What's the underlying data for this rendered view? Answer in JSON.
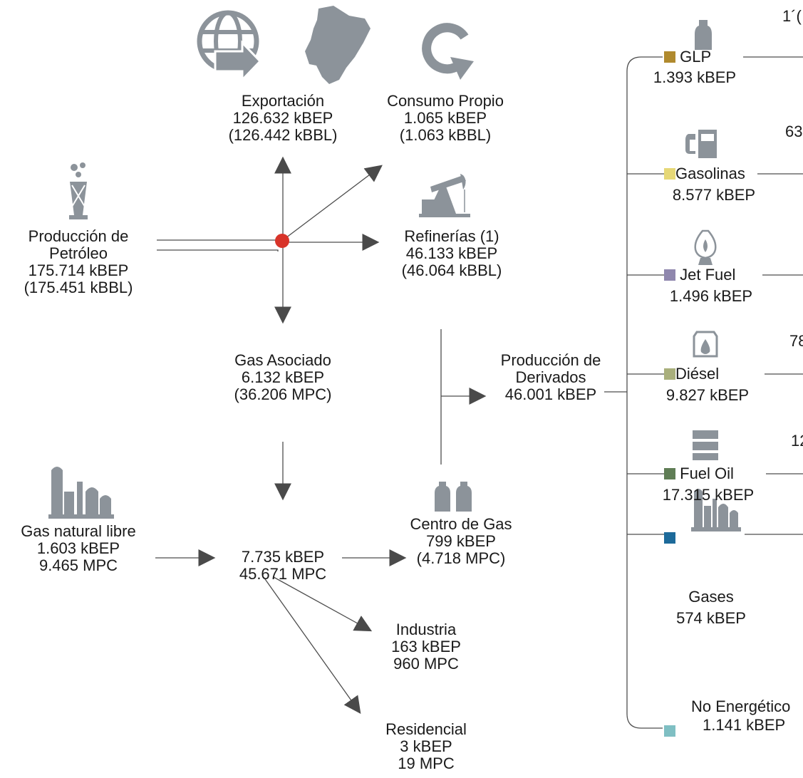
{
  "colors": {
    "line": "#4d4d4d",
    "arrow": "#4a4a4a",
    "icon": "#8c939a",
    "hub": "#d8342a",
    "GLP": "#b08a2e",
    "Gasolinas": "#e6d877",
    "JetFuel": "#8f87ad",
    "Diesel": "#a9af7c",
    "FuelOil": "#5f7d55",
    "Gases": "#1d6a9a",
    "NoEnergeticos": "#7fbfc3"
  },
  "nodes": {
    "exportacion": {
      "name": "Exportación",
      "v1": "126.632 kBEP",
      "v2": "(126.442 kBBL)",
      "icon": "globe-icon"
    },
    "consumo": {
      "name": "Consumo Propio",
      "v1": "1.065 kBEP",
      "v2": "(1.063 kBBL)",
      "icon": "refresh-icon"
    },
    "produccion": {
      "name1": "Producción de",
      "name2": "Petróleo",
      "v1": "175.714 kBEP",
      "v2": "(175.451 kBBL)",
      "icon": "oil-derrick-icon"
    },
    "refinerias": {
      "name": "Refinerías (1)",
      "v1": "46.133 kBEP",
      "v2": "(46.064 kBBL)",
      "icon": "pumpjack-icon"
    },
    "gasasociado": {
      "name": "Gas Asociado",
      "v1": "6.132 kBEP",
      "v2": "(36.206 MPC)"
    },
    "derivados": {
      "name1": "Producción de",
      "name2": "Derivados",
      "v1": "46.001 kBEP"
    },
    "gasnatural": {
      "name": "Gas natural libre",
      "v1": "1.603 kBEP",
      "v2": "9.465 MPC",
      "icon": "gas-plant-icon"
    },
    "gastotal": {
      "v1": "7.735 kBEP",
      "v2": "45.671 MPC"
    },
    "centrogas": {
      "name": "Centro de Gas",
      "v1": "799 kBEP",
      "v2": "(4.718 MPC)",
      "icon": "gas-cylinders-icon"
    },
    "industria": {
      "name": "Industria",
      "v1": "163 kBEP",
      "v2": "960 MPC"
    },
    "residencial": {
      "name": "Residencial",
      "v1": "3 kBEP",
      "v2": "19 MPC"
    }
  },
  "products": [
    {
      "name": "GLP",
      "value": "1.393 kBEP",
      "icon": "gas-bottle-icon",
      "color": "GLP"
    },
    {
      "name": "Gasolinas",
      "value": "8.577 kBEP",
      "icon": "fuel-pump-icon",
      "color": "Gasolinas"
    },
    {
      "name": "Jet Fuel",
      "value": "1.496 kBEP",
      "icon": "lamp-icon",
      "color": "JetFuel"
    },
    {
      "name": "Diésel",
      "value": "9.827 kBEP",
      "icon": "oil-can-icon",
      "color": "Diesel"
    },
    {
      "name": "Fuel Oil",
      "value": "17.315 kBEP",
      "icon": "barrel-icon",
      "color": "FuelOil"
    },
    {
      "name": "Gases",
      "value": "574 kBEP",
      "icon": "gas-plant-icon",
      "color": "Gases"
    },
    {
      "name": "No Energético",
      "value": "1.141 kBEP",
      "icon": "",
      "color": "NoEnergeticos"
    }
  ],
  "edge_labels": [
    "1´(",
    "63",
    "78",
    "12"
  ]
}
